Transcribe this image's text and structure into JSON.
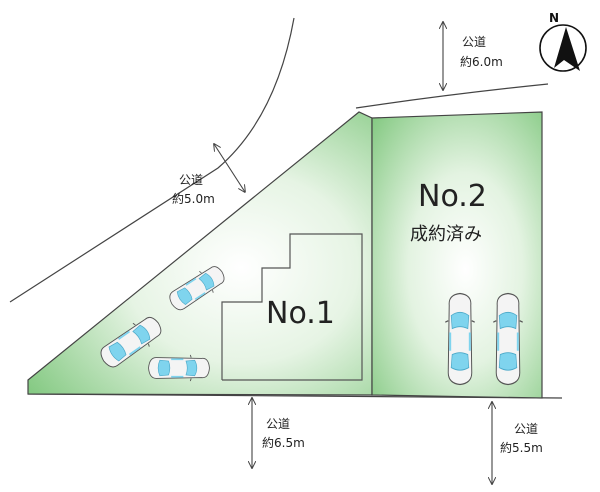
{
  "colors": {
    "lot_fill_center": "#ffffff",
    "lot_fill_edge": "#7fc77d",
    "line": "#444444",
    "car_body": "#f4f4f4",
    "car_glass": "#7fd4ee"
  },
  "roads": {
    "north": {
      "name": "公道",
      "width": "約6.0m"
    },
    "west": {
      "name": "公道",
      "width": "約5.0m"
    },
    "south_left": {
      "name": "公道",
      "width": "約6.5m"
    },
    "south_right": {
      "name": "公道",
      "width": "約5.5m"
    }
  },
  "lots": {
    "no1": {
      "label": "No.1",
      "parking_spaces": 3
    },
    "no2": {
      "label": "No.2",
      "status": "成約済み",
      "parking_spaces": 2
    }
  },
  "compass": {
    "label": "N"
  }
}
